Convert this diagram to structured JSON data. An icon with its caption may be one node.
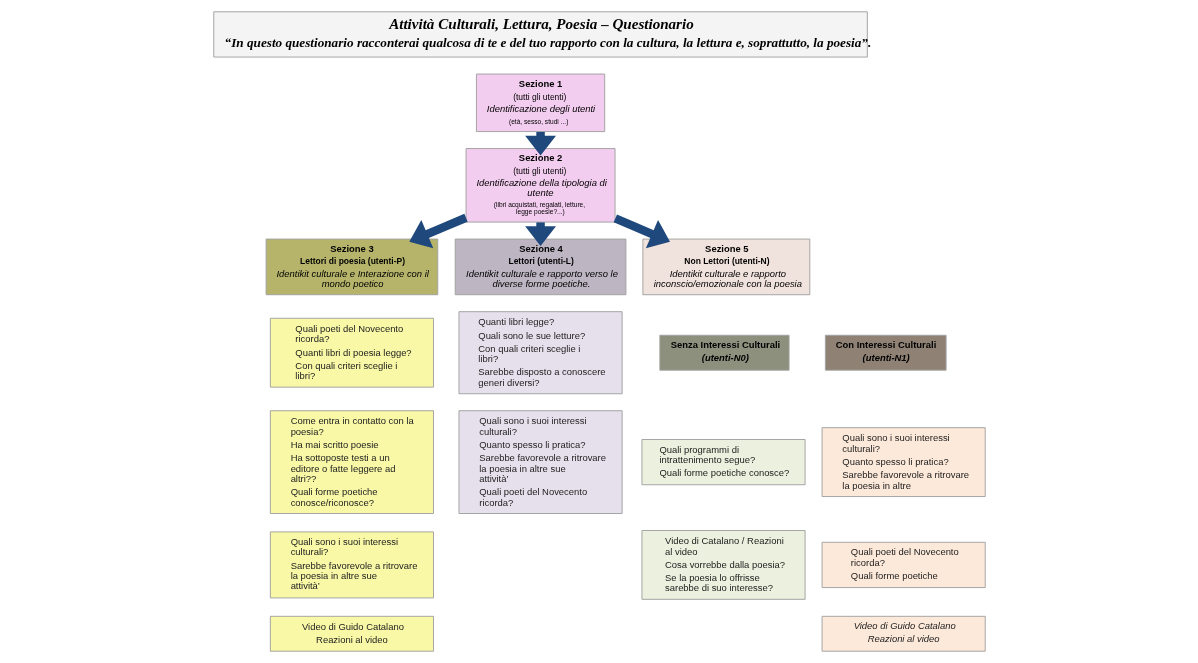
{
  "diagram": {
    "nodes": [
      {
        "text": [
          "Attività Culturali, Lettura, Poesia – Questionario",
          "“In questo questionario racconterai qualcosa di te e del tuo rapporto con la cultura, la lettura e, soprattutto, la poesia”."
        ]
      },
      {
        "text": [
          "Sezione 1",
          "(tutti gli utenti)",
          "Identificazione degli utenti",
          "(età, sesso, studi ...)"
        ]
      },
      {
        "text": [
          "Sezione 2",
          "(tutti gli utenti)",
          "Identificazione della tipologia di utente",
          "(libri acquistati, regalati, letture, legge poesie?...)"
        ]
      },
      {
        "text": [
          "Sezione 3",
          "Lettori di poesia (utenti-P)",
          "Identikit culturale e Interazione con il mondo poetico"
        ]
      },
      {
        "text": [
          "Quali poeti del Novecento ricorda?",
          "Quanti libri di poesia legge?",
          "Con quali criteri sceglie i libri?"
        ]
      },
      {
        "text": [
          "Come entra in contatto con la poesia?",
          "Ha mai scritto poesie",
          "Ha sottoposte testi a un editore o fatte leggere ad altri??",
          "Quali forme poetiche conosce/riconosce?"
        ]
      },
      {
        "text": [
          "Quali sono i suoi interessi culturali?",
          "Sarebbe favorevole a ritrovare la poesia in altre sue attività’"
        ]
      },
      {
        "text": [
          "Video di Guido Catalano",
          "Reazioni al video"
        ]
      },
      {
        "text": [
          "Sezione 4",
          "Lettori (utenti-L)",
          "Identikit culturale e rapporto verso le diverse forme poetiche."
        ]
      },
      {
        "text": [
          "Quanti libri legge?",
          "Quali sono le sue letture?",
          "Con quali criteri sceglie i libri?",
          "Sarebbe disposto a conoscere generi diversi?"
        ]
      },
      {
        "text": [
          "Quali sono i suoi interessi culturali?",
          "Quanto spesso li pratica?",
          "Sarebbe favorevole a ritrovare la poesia in altre sue attività’",
          "Quali poeti del Novecento ricorda?"
        ]
      },
      {
        "text": [
          "Sezione 5",
          "Non Lettori (utenti-N)",
          "Identikit culturale e rapporto inconscio/emozionale con la poesia"
        ]
      },
      {
        "text": [
          "Senza Interessi Culturali",
          "(utenti-N0)"
        ]
      },
      {
        "text": [
          "Con Interessi Culturali",
          "(utenti-N1)"
        ]
      },
      {
        "text": [
          "Quali programmi di intrattenimento segue?",
          "Quali forme poetiche conosce?"
        ]
      },
      {
        "text": [
          "Video di Catalano / Reazioni al video",
          "Cosa vorrebbe dalla poesia?",
          "Se la poesia lo offrisse sarebbe di suo interesse?"
        ]
      },
      {
        "text": [
          "Quali sono i suoi interessi culturali?",
          "Quanto spesso li pratica?",
          "Sarebbe favorevole a ritrovare la poesia in altre"
        ]
      },
      {
        "text": [
          "Quali poeti del Novecento ricorda?",
          "Quali forme poetiche"
        ]
      },
      {
        "text": [
          "Video di Guido Catalano",
          "Reazioni al video"
        ]
      }
    ],
    "edges": [
      {
        "from": 1,
        "to": 2,
        "arrow": "to"
      },
      {
        "from": 2,
        "to": 3,
        "arrow": "to"
      },
      {
        "from": 2,
        "to": 8,
        "arrow": "to"
      },
      {
        "from": 2,
        "to": 11,
        "arrow": "to"
      }
    ]
  }
}
